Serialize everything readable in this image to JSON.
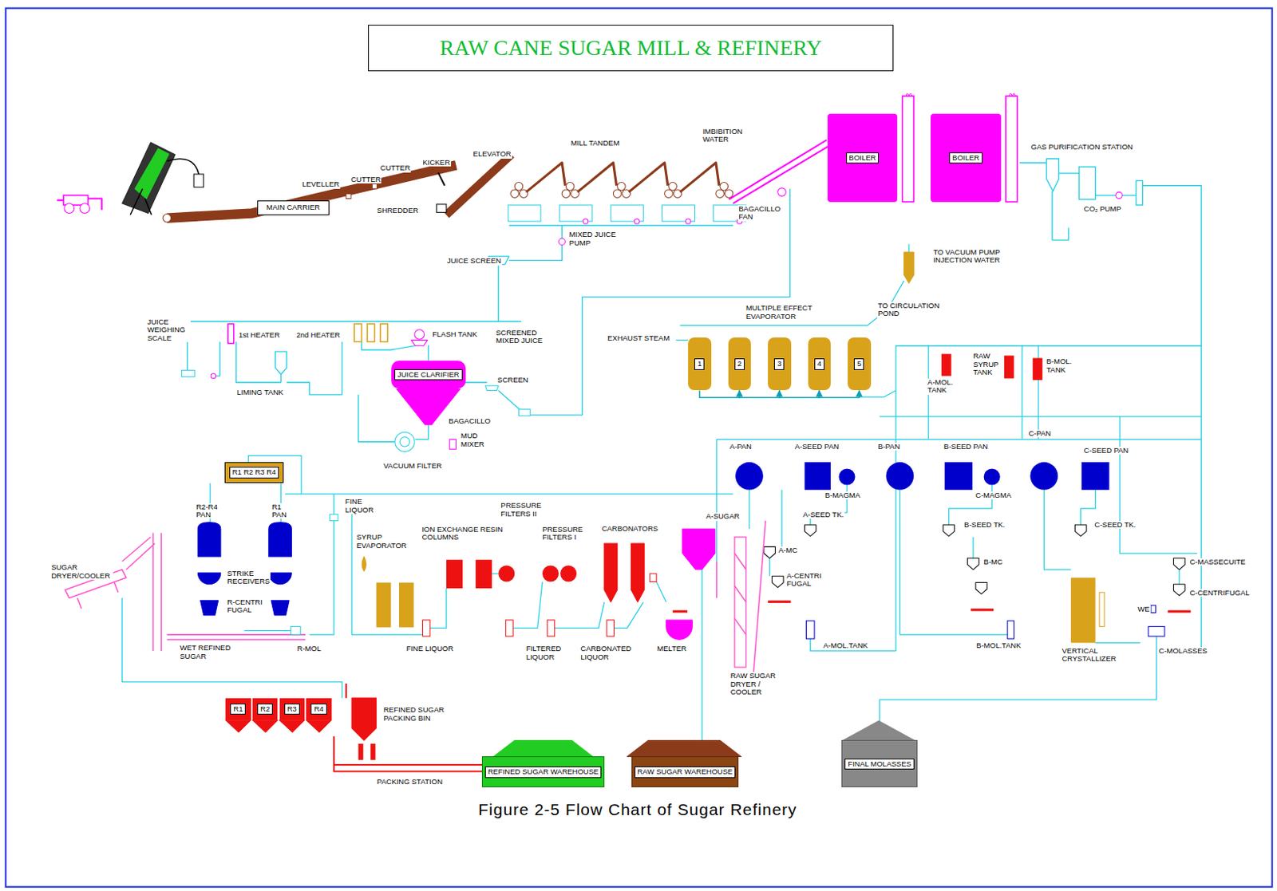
{
  "diagram": {
    "title": "RAW CANE SUGAR MILL & REFINERY",
    "caption": "Figure 2-5 Flow Chart of Sugar Refinery",
    "nodes": [
      {
        "text": [
          "MAIN CARRIER"
        ]
      },
      {
        "text": [
          "BOILER"
        ]
      },
      {
        "text": [
          "BOILER"
        ]
      },
      {
        "text": [
          "JUICE CLARIFIER"
        ]
      },
      {
        "text": [
          "1"
        ]
      },
      {
        "text": [
          "2"
        ]
      },
      {
        "text": [
          "3"
        ]
      },
      {
        "text": [
          "4"
        ]
      },
      {
        "text": [
          "5"
        ]
      },
      {
        "text": [
          "R1 R2 R3 R4"
        ]
      },
      {
        "text": [
          "R1"
        ]
      },
      {
        "text": [
          "R2"
        ]
      },
      {
        "text": [
          "R3"
        ]
      },
      {
        "text": [
          "R4"
        ]
      },
      {
        "text": [
          "REFINED SUGAR WAREHOUSE"
        ]
      },
      {
        "text": [
          "RAW SUGAR WAREHOUSE"
        ]
      },
      {
        "text": [
          "FINAL MOLASSES"
        ]
      }
    ],
    "edges": [
      {
        "from": 4,
        "to": 5,
        "arrow": "to"
      },
      {
        "from": 5,
        "to": 6,
        "arrow": "to"
      },
      {
        "from": 6,
        "to": 7,
        "arrow": "to"
      },
      {
        "from": 7,
        "to": 8,
        "arrow": "to"
      }
    ],
    "labels": [
      "LEVELLER",
      "CUTTER",
      "CUTTER",
      "KICKER",
      "SHREDDER",
      "ELEVATOR",
      "MILL TANDEM",
      "IMBIBITION WATER",
      "BAGACILLO FAN",
      "MIXED JUICE PUMP",
      "JUICE SCREEN",
      "GAS PURIFICATION STATION",
      "CO₂ PUMP",
      "TO VACUUM PUMP INJECTION WATER",
      "TO CIRCULATION POND",
      "MULTIPLE EFFECT EVAPORATOR",
      "EXHAUST STEAM",
      "JUICE WEIGHING SCALE",
      "1st HEATER",
      "2nd HEATER",
      "FLASH TANK",
      "SCREENED MIXED JUICE",
      "LIMING TANK",
      "SCREEN",
      "BAGACILLO",
      "MUD MIXER",
      "VACUUM FILTER",
      "A-MOL. TANK",
      "RAW SYRUP TANK",
      "B-MOL. TANK",
      "A-PAN",
      "A-SEED PAN",
      "B-PAN",
      "B-SEED PAN",
      "C-PAN",
      "C-SEED PAN",
      "B-MAGMA",
      "C-MAGMA",
      "A-SEED TK.",
      "B-SEED TK.",
      "C-SEED TK.",
      "A-SUGAR",
      "A-MC",
      "A-CENTRI FUGAL",
      "B-MC",
      "C-MASSECUITE",
      "C-CENTRIFUGAL",
      "WE",
      "A-MOL.TANK",
      "B-MOL.TANK",
      "VERTICAL CRYSTALLIZER",
      "C-MOLASSES",
      "RAW SUGAR DRYER / COOLER",
      "MELTER",
      "CARBONATED LIQUOR",
      "FILTERED LIQUOR",
      "FINE LIQUOR",
      "CARBONATORS",
      "PRESSURE FILTERS I",
      "PRESSURE FILTERS II",
      "ION EXCHANGE RESIN COLUMNS",
      "SYRUP EVAPORATOR",
      "FINE LIQUOR",
      "R2-R4 PAN",
      "R1 PAN",
      "STRIKE RECEIVERS",
      "R-CENTRI FUGAL",
      "WET REFINED SUGAR",
      "R-MOL",
      "SUGAR DRYER/COOLER",
      "REFINED SUGAR PACKING BIN",
      "PACKING STATION"
    ]
  }
}
